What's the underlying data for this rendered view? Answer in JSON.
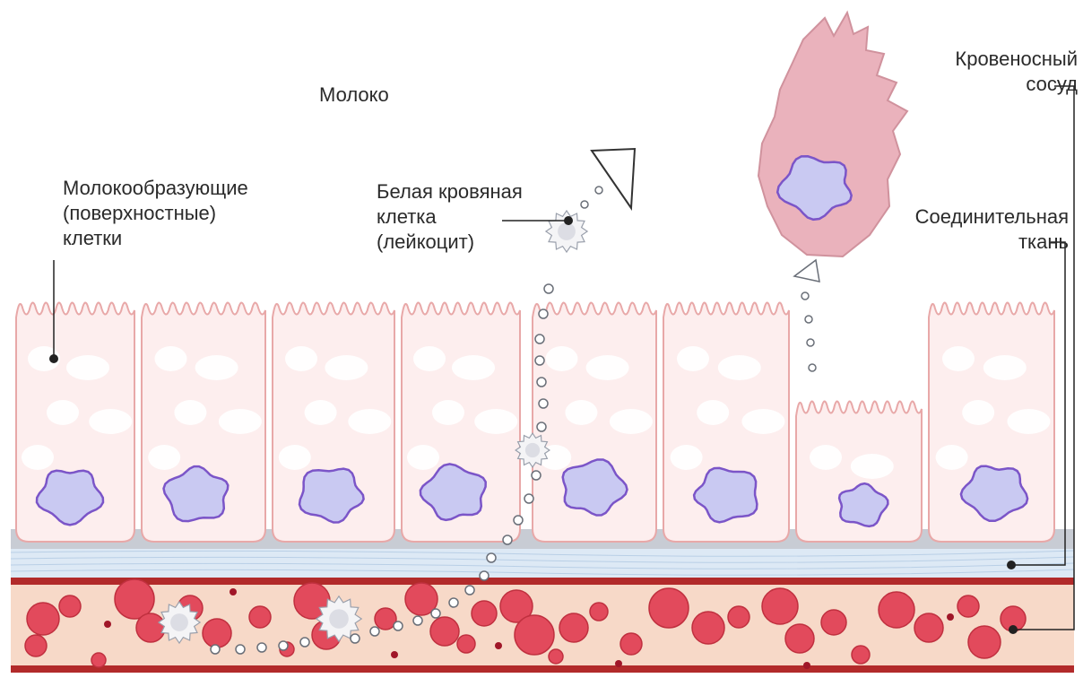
{
  "labels": {
    "milk": "Молоко",
    "secretory_cells": [
      "Молокообразующие",
      "(поверхностные)",
      "клетки"
    ],
    "white_blood_cell": [
      "Белая кровяная",
      "клетка",
      "(лейкоцит)"
    ],
    "blood_vessel": [
      "Кровеносный",
      "сосуд"
    ],
    "connective_tissue": [
      "Соединительная",
      "ткань"
    ]
  },
  "colors": {
    "cell_fill": "#fdeeee",
    "cell_outline": "#e8a8a8",
    "vacuole": "#ffffff",
    "nucleus_fill": "#c9c9f2",
    "nucleus_outline": "#7b55c8",
    "basement_grey": "#c8ccd4",
    "connective_band": "#dde9f5",
    "vessel_wall": "#b22a2a",
    "vessel_fill": "#f7d9c8",
    "red_blood_cell": "#e24a5c",
    "macrophage_fill": "#eab2bc",
    "leader_line": "#222222"
  }
}
